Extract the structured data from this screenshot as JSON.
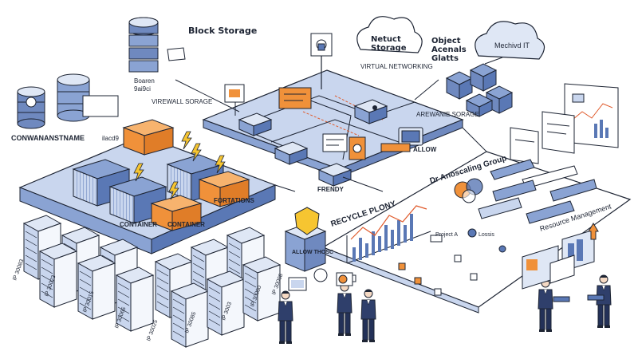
{
  "labels": {
    "block_storage": "Block Storage",
    "netuct_storage_1": "Netuct",
    "netuct_storage_2": "Storage",
    "object_1": "Object",
    "object_2": "Acenals",
    "object_3": "Glatts",
    "mechivd": "Mechivd IT",
    "virtual_networking": "VIRTUAL NETWORKING",
    "arewanie_sorage": "AREWANIE SORAGE",
    "boaren": "Boaren",
    "gamma": "9ai9ci",
    "virewall_sorage": "VIREWALL SORAGE",
    "conwananstname": "CONWANANSTNAME",
    "lagr": "ilacd9",
    "container_1": "CONTAINER",
    "container_2": "CONTAINER",
    "formations": "FORTATIONS",
    "friendy": "FRENDY",
    "allow": "ALLOW",
    "autoscaling": "Dr Anoscaling Group",
    "recycle_plony": "RECYCLE PLONY",
    "allow_thosc": "ALLOW THOSC",
    "resource_management": "Resource Management",
    "project_a": "Project A",
    "lossis": "Lossis",
    "ip_labels": [
      "IP 30083",
      "IP 30023",
      "IP 30015",
      "IP 30065",
      "IP 30025",
      "IP 30085",
      "IP 3003",
      "IP 30080",
      "IP 30008"
    ]
  },
  "icons": [
    "database-icon",
    "server-rack-icon",
    "shipping-container-icon",
    "lightning-icon",
    "cloud-icon",
    "lock-icon",
    "padlock-icon",
    "chart-icon",
    "gear-icon",
    "shield-icon",
    "person-icon",
    "laptop-icon",
    "monitor-icon"
  ],
  "colors": {
    "accent_blue": "#5a78b5",
    "light_blue": "#c9d6ee",
    "pale_blue": "#e5ecf7",
    "orange": "#f0913a",
    "yellow": "#f6c531",
    "line": "#1d2433"
  }
}
